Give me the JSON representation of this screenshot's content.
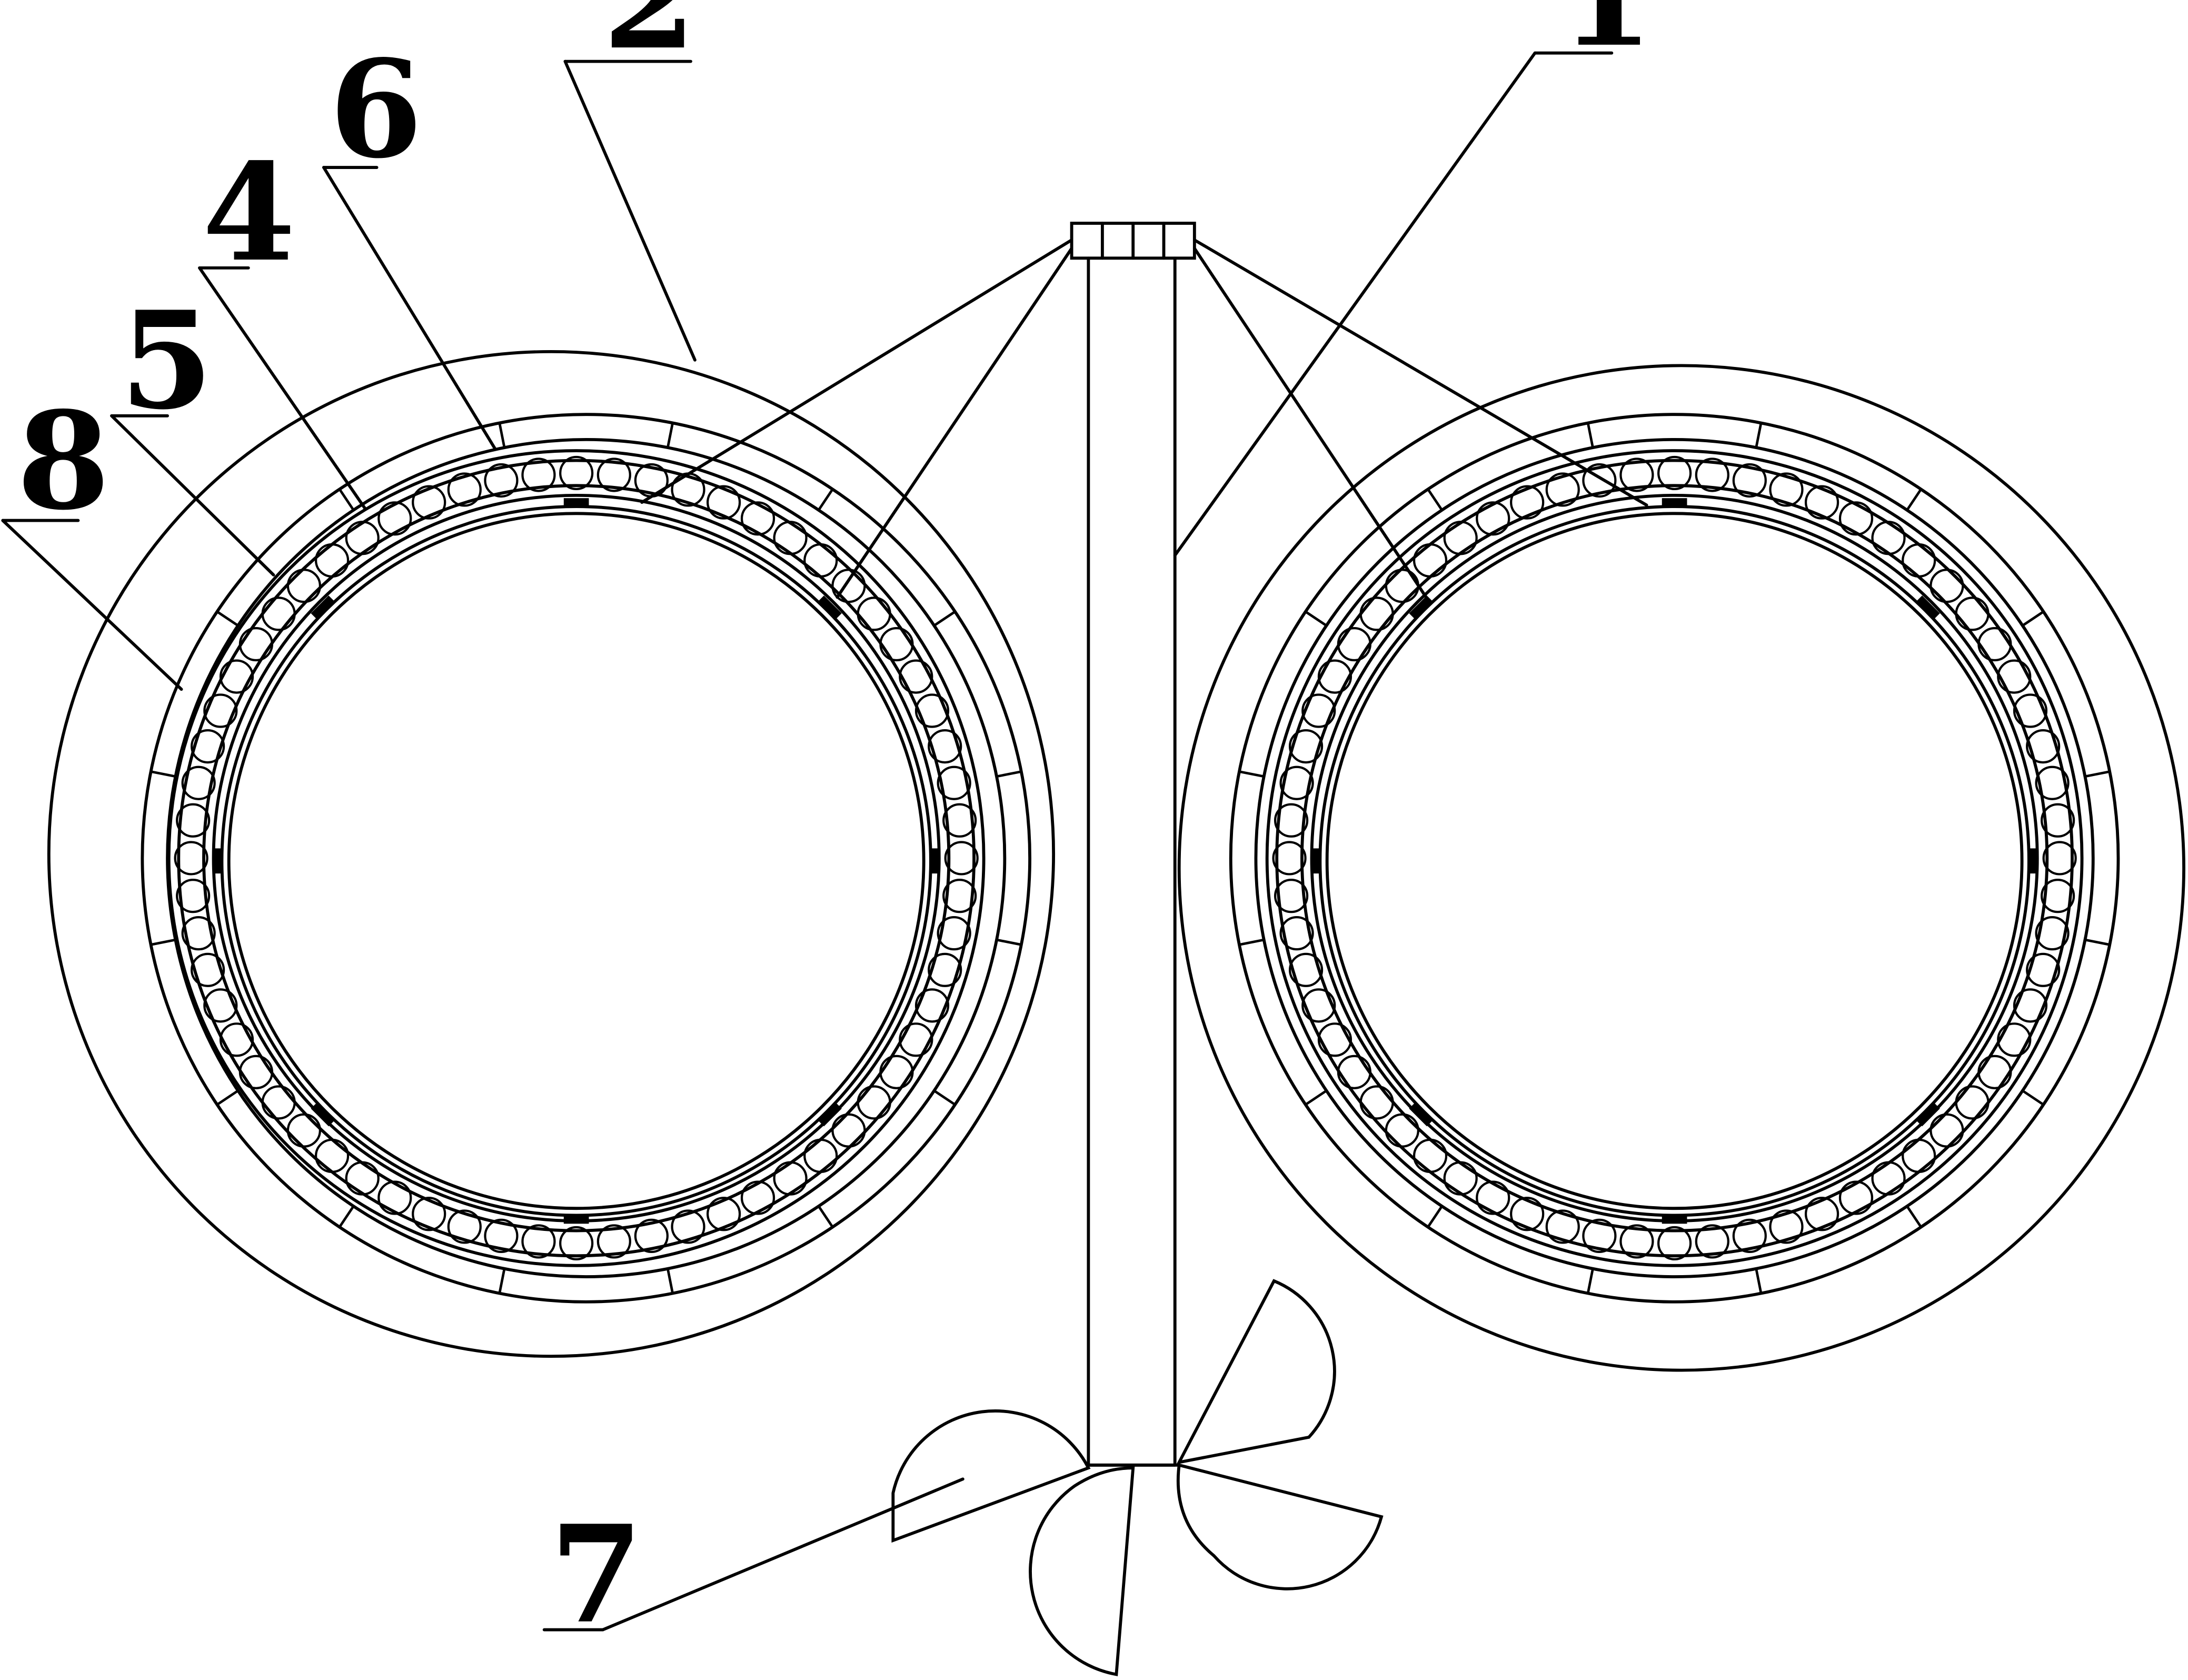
{
  "diagram": {
    "callouts": [
      {
        "id": "1",
        "label": "1",
        "part": "central-mast"
      },
      {
        "id": "2",
        "label": "2",
        "part": "outer-ring"
      },
      {
        "id": "4",
        "label": "4",
        "part": "inner-race"
      },
      {
        "id": "5",
        "label": "5",
        "part": "ball-row"
      },
      {
        "id": "6",
        "label": "6",
        "part": "outer-race"
      },
      {
        "id": "7",
        "label": "7",
        "part": "propeller-blade"
      },
      {
        "id": "8",
        "label": "8",
        "part": "segmented-band"
      }
    ],
    "rotor_count": 2,
    "mast_cap_cells": 4,
    "propeller_blades": 4,
    "ball_count_per_ring": 64,
    "outer_band_segments": 16,
    "stroke_color": "#000000",
    "background_color": "#ffffff"
  }
}
